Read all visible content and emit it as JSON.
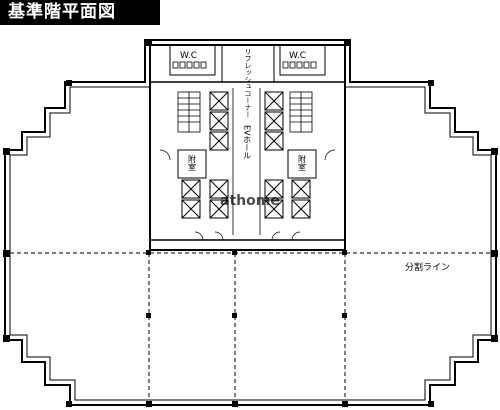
{
  "title": "基準階平面図",
  "labels": {
    "wc": "W.C",
    "refresh_corner": "リフレッシュコーナー",
    "ev_hall": "EVホール",
    "annex_room": "附室",
    "split_line": "分割ライン",
    "watermark": "athome"
  },
  "colors": {
    "walls": "#000000",
    "elevator_boxes": "#000000",
    "dashed_line": "#000000"
  }
}
